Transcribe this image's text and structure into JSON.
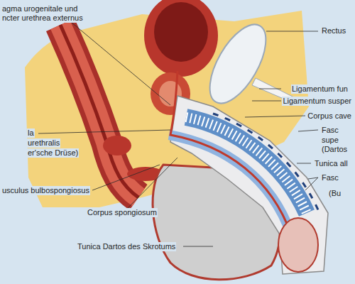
{
  "diagram": {
    "labels": [
      "agma urogenitale und",
      "ncter urethrea externus",
      "Rectus",
      "Ligamentum fun",
      "Ligamentum susper",
      "Corpus cave",
      "Fasc",
      "supe",
      "(Dartos",
      "Tunica all",
      "Fasc",
      "(Bu",
      "la",
      "urethralis",
      "er'sche Drüse)",
      "usculus bulbospongiosus",
      "Corpus spongiosum",
      "Tunica Dartos des Skrotums"
    ]
  }
}
